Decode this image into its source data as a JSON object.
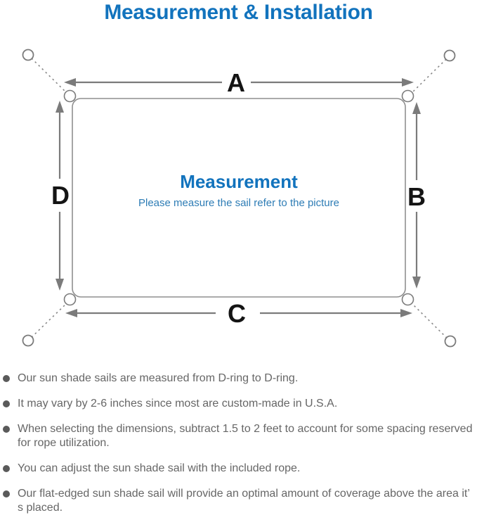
{
  "title": "Measurement & Installation",
  "colors": {
    "accent_blue": "#1273bd",
    "note_blue": "#2d7cb5",
    "line_gray": "#7b7b7b",
    "body_text_gray": "#666666"
  },
  "diagram": {
    "center_heading": "Measurement",
    "center_note": "Please measure the sail refer to the picture",
    "dimension_labels": {
      "top": "A",
      "right": "B",
      "bottom": "C",
      "left": "D"
    },
    "icons": {
      "corner-ring-icon": "circle outline",
      "d-ring-icon": "half-circle bump on sail corner",
      "dimension-arrow-icon": "double-headed gray arrow",
      "rope-line-icon": "dashed line from ring to sail corner"
    }
  },
  "bullets": [
    "Our sun shade sails are measured from D-ring to D-ring.",
    "It may vary by 2-6 inches since most are custom-made in U.S.A.",
    "When selecting the dimensions, subtract 1.5 to 2 feet to account for some spacing reserved for rope utilization.",
    "You can adjust the sun shade sail with the included rope.",
    "Our flat-edged sun shade sail will provide an optimal amount of coverage above the area it’ s placed."
  ]
}
